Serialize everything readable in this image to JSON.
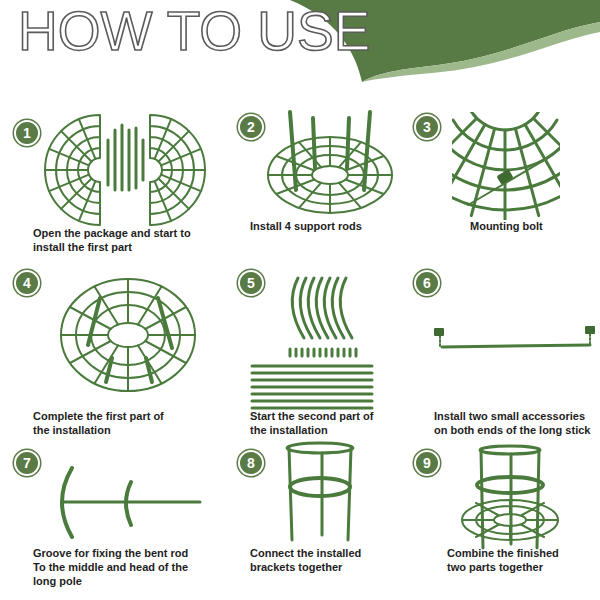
{
  "diagram": {
    "title": "HOW TO USE",
    "nodes": [
      {
        "text": [
          "1"
        ]
      },
      {
        "text": [
          "2"
        ]
      },
      {
        "text": [
          "3"
        ]
      },
      {
        "text": [
          "4"
        ]
      },
      {
        "text": [
          "5"
        ]
      },
      {
        "text": [
          "6"
        ]
      },
      {
        "text": [
          "7"
        ]
      },
      {
        "text": [
          "8"
        ]
      },
      {
        "text": [
          "9"
        ]
      }
    ],
    "labels": [
      "Open the package and start to install the first part",
      "Install 4 support rods",
      "Mounting bolt",
      "Complete the first part of the installation",
      "Start the second part of the installation",
      "Install two small accessories on both ends of the long stick",
      "Groove for fixing the bent rod To the middle and head of the long pole",
      "Connect the installed brackets together",
      "Combine the finished two parts together"
    ]
  }
}
